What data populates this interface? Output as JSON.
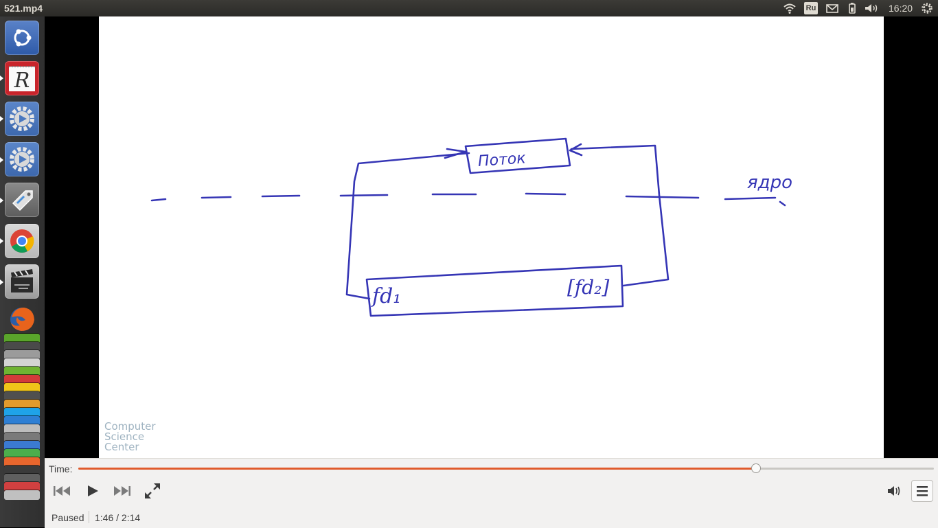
{
  "window": {
    "title": "521.mp4"
  },
  "tray": {
    "keyboard_layout": "Ru",
    "clock": "16:20"
  },
  "launcher": {
    "items": [
      {
        "name": "ubuntu-dash",
        "icon": "ubuntu-logo-icon"
      },
      {
        "name": "rstudio",
        "icon": "rstudio-icon",
        "label": "R"
      },
      {
        "name": "settings-1",
        "icon": "gear-play-icon"
      },
      {
        "name": "settings-2",
        "icon": "gear-play-icon"
      },
      {
        "name": "tag-app",
        "icon": "tag-icon"
      },
      {
        "name": "chrome",
        "icon": "chrome-icon"
      },
      {
        "name": "videos",
        "icon": "clapperboard-icon"
      },
      {
        "name": "firefox",
        "icon": "firefox-icon"
      }
    ]
  },
  "slide": {
    "box_top_label": "Поток",
    "box_left_label": "fd₁",
    "box_right_label": "[fd₂]",
    "right_label": "ядро",
    "watermark_lines": [
      "Computer",
      "Science",
      "Center"
    ],
    "ink_color": "#3535b5"
  },
  "controls": {
    "time_label": "Time:",
    "progress_fraction": 0.791,
    "status": "Paused",
    "position": "1:46 / 2:14",
    "accent": "#e05a2b"
  }
}
